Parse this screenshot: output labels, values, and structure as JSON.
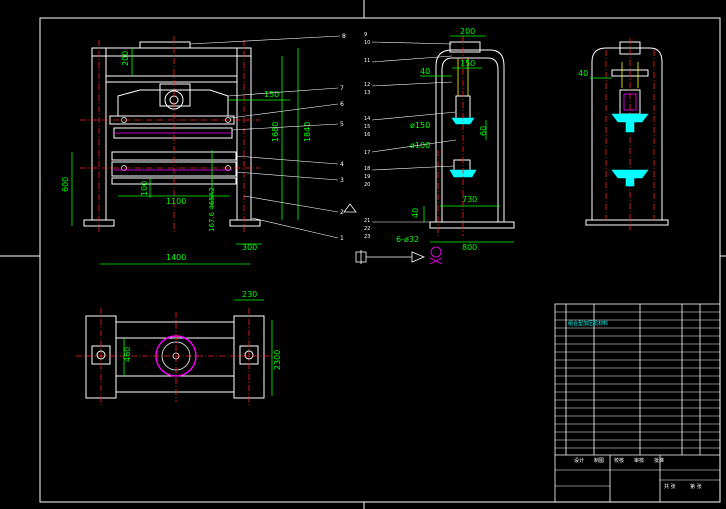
{
  "colors": {
    "background": "#000000",
    "outline": "#ffffff",
    "dimension": "#00ff00",
    "centerline": "#ff2020",
    "leader": "#ffffff",
    "accent_magenta": "#ff00ff",
    "accent_cyan": "#00ffff",
    "text_yellow": "#ffff00"
  },
  "front_view": {
    "dims": {
      "top_height": "200",
      "upper_gap": "150",
      "inner_height": "1680",
      "total_height": "1840",
      "left_height": "600",
      "plate_width": "1100",
      "leg_width": "300",
      "base_width": "1400",
      "small_gap": "100",
      "stroke_label": "167.6 465A2"
    },
    "part_numbers": [
      "8",
      "7",
      "6",
      "5",
      "4",
      "3",
      "2",
      "1"
    ]
  },
  "side_view": {
    "dims": {
      "width_top": "200",
      "width_150": "150",
      "offset_40": "40",
      "dia_150": "ø150",
      "dia_100": "ø100",
      "dim_60": "60",
      "bottom_width": "730",
      "base_width": "800",
      "bolt_height": "40",
      "bolt_spec": "6-ø32"
    },
    "part_numbers": [
      "9",
      "10",
      "11",
      "12",
      "13",
      "14",
      "15",
      "16",
      "17",
      "18",
      "19",
      "20",
      "21",
      "22",
      "23"
    ]
  },
  "end_view": {
    "dims": {
      "offset_40": "40"
    }
  },
  "plan_view": {
    "dims": {
      "top_width": "230",
      "inner_width": "460",
      "right_span": "2300"
    }
  },
  "title_block": {
    "parts_header": "组合型加压机",
    "material_label": "材料",
    "labels": [
      "设计",
      "制图",
      "校核",
      "审核",
      "批准"
    ],
    "bottom_notes": [
      "共 张",
      "第 张"
    ]
  }
}
